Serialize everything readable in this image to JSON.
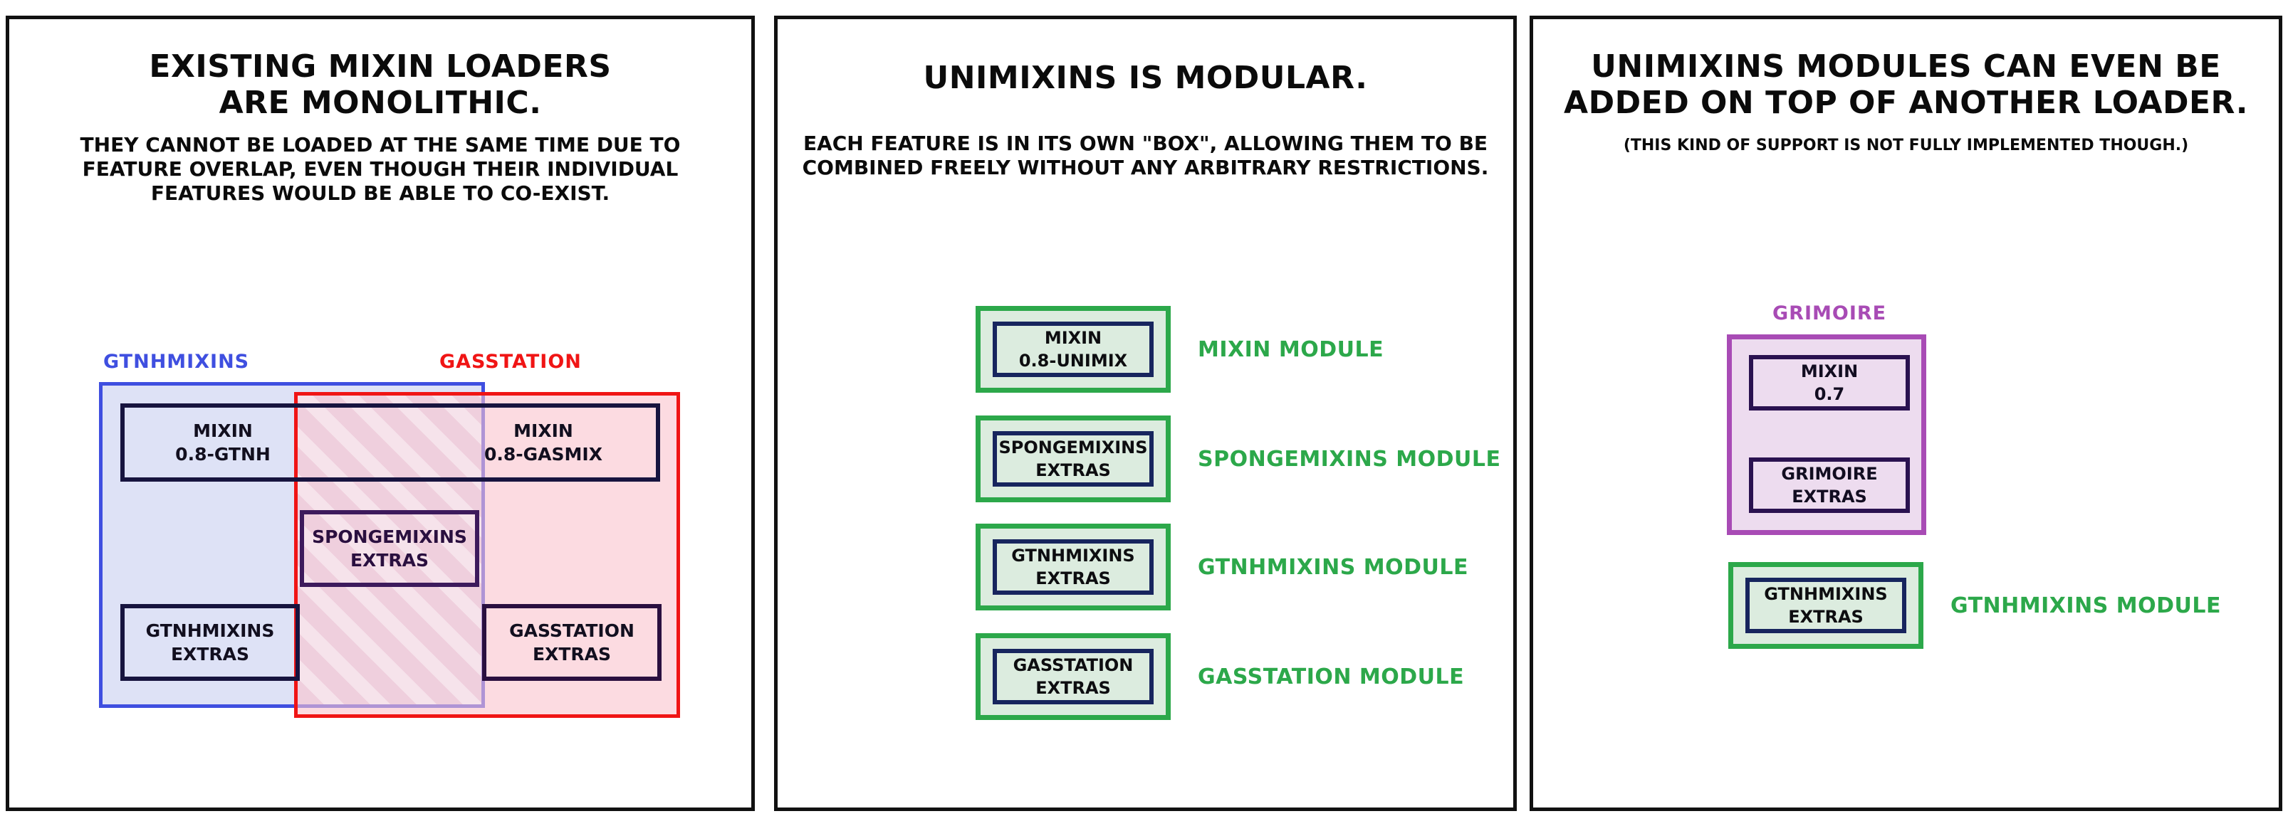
{
  "panels": [
    {
      "id": "panel-1",
      "title": "EXISTING MIXIN LOADERS\nARE MONOLITHIC.",
      "subtitle": "THEY CANNOT BE LOADED AT THE SAME TIME DUE TO FEATURE OVERLAP, EVEN THOUGH THEIR INDIVIDUAL FEATURES WOULD BE ABLE TO CO-EXIST.",
      "venn": {
        "sets": [
          {
            "name": "GTNHMIXINS",
            "color": "#3f4fe0",
            "fill": "#c8cef0"
          },
          {
            "name": "GASSTATION",
            "color": "#f01515",
            "fill": "#fac3cd"
          }
        ],
        "features": [
          {
            "name": "mixin-left",
            "line1": "MIXIN",
            "line2": "0.8-GTNH"
          },
          {
            "name": "mixin-right",
            "line1": "MIXIN",
            "line2": "0.8-GASMIX"
          },
          {
            "name": "spongemixins-extras",
            "line1": "SPONGEMIXINS",
            "line2": "EXTRAS"
          },
          {
            "name": "gtnhmixins-extras",
            "line1": "GTNHMIXINS",
            "line2": "EXTRAS"
          },
          {
            "name": "gasstation-extras",
            "line1": "GASSTATION",
            "line2": "EXTRAS"
          }
        ]
      }
    },
    {
      "id": "panel-2",
      "title": "UNIMIXINS IS MODULAR.",
      "subtitle": "EACH FEATURE IS IN ITS OWN \"BOX\", ALLOWING THEM TO BE COMBINED FREELY WITHOUT ANY ARBITRARY RESTRICTIONS.",
      "modules": [
        {
          "box": "MIXIN\n0.8-UNIMIX",
          "label": "MIXIN MODULE"
        },
        {
          "box": "SPONGEMIXINS\nEXTRAS",
          "label": "SPONGEMIXINS MODULE"
        },
        {
          "box": "GTNHMIXINS\nEXTRAS",
          "label": "GTNHMIXINS MODULE"
        },
        {
          "box": "GASSTATION\nEXTRAS",
          "label": "GASSTATION MODULE"
        }
      ]
    },
    {
      "id": "panel-3",
      "title": "UNIMIXINS MODULES CAN EVEN BE\nADDED ON TOP OF ANOTHER LOADER.",
      "subtitle": "(THIS KIND OF SUPPORT IS NOT FULLY IMPLEMENTED THOUGH.)",
      "loader": {
        "name": "GRIMOIRE",
        "color": "#a84bb5",
        "fill": "#eddcef",
        "items": [
          "MIXIN\n0.7",
          "GRIMOIRE\nEXTRAS"
        ]
      },
      "modules": [
        {
          "box": "GTNHMIXINS\nEXTRAS",
          "label": "GTNHMIXINS MODULE"
        }
      ]
    }
  ],
  "colors": {
    "panel_border": "#111111",
    "module_green": "#2ca84a",
    "module_fill": "#dcecdf",
    "navy": "#17255e",
    "set_blue": "#3f4fe0",
    "set_red": "#f01515",
    "grimoire_purple": "#a84bb5"
  }
}
